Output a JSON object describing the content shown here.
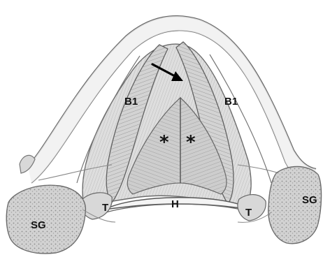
{
  "figure": {
    "labels": {
      "b1_left": "B1",
      "b1_right": "B1",
      "t_left": "T",
      "t_right": "T",
      "h": "H",
      "sg_left": "SG",
      "sg_right": "SG",
      "asterisk_left": "*",
      "asterisk_right": "*"
    },
    "annotation": {
      "arrow_icon": "arrow-down-right-icon"
    },
    "colors": {
      "line": "#555555",
      "muscle_fill": "#dcdcdc",
      "muscle_shade": "#c4c4c4",
      "gland_fill": "#cfcfcf",
      "background": "#ffffff",
      "label": "#111111"
    }
  }
}
